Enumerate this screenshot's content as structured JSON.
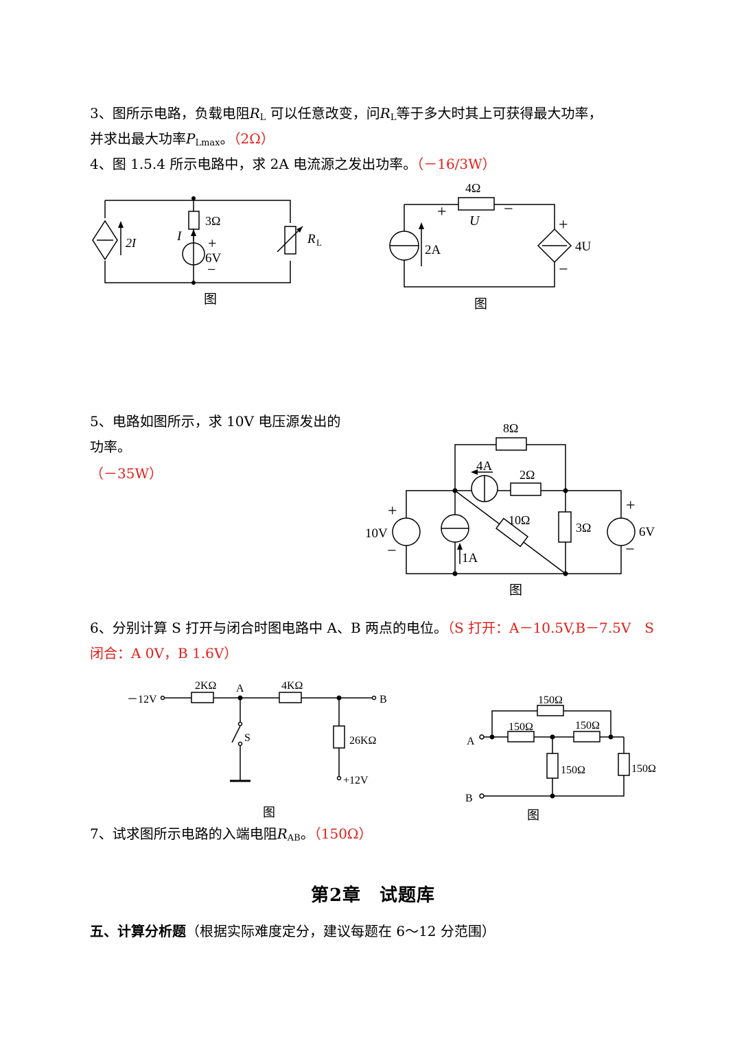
{
  "q3": {
    "line1_a": "3、图所示电路，负载电阻",
    "rl_sym": "R",
    "rl_sub": "L",
    "line1_b": "可以任意改变，问",
    "line1_c": "等于多大时其上可获得最大功率，",
    "line2_a": "并求出最大功率",
    "p_sym": "P",
    "p_sub": "Lmax",
    "line2_b": "。",
    "answer": "（2Ω）"
  },
  "q4": {
    "text": "4、图 1.5.4 所示电路中，求 2A 电流源之发出功率。",
    "answer": "（－16/3W）"
  },
  "q5": {
    "line1": "5、电路如图所示，求 10V 电压源发出的",
    "line2": "功率。",
    "answer": "（－35W）"
  },
  "q6": {
    "text": "6、分别计算 S 打开与闭合时图电路中 A、B 两点的电位。",
    "answer1": "（S 打开：A－10.5V,B－7.5V　S",
    "answer2": "闭合：A 0V，B 1.6V）"
  },
  "q7": {
    "text_a": "7、试求图所示电路的入端电阻",
    "r_sym": "R",
    "r_sub": "AB",
    "text_b": "。",
    "answer": "（150Ω）"
  },
  "fig1": {
    "r3": "3Ω",
    "current_label": "I",
    "src_label": "2I",
    "plus": "+",
    "minus": "−",
    "voltage": "6V",
    "load_sym": "R",
    "load_sub": "L",
    "caption": "图"
  },
  "fig2": {
    "r4": "4Ω",
    "plus": "+",
    "minus": "−",
    "u_label": "U",
    "src": "2A",
    "dep": "4U",
    "caption": "图"
  },
  "fig3": {
    "r8": "8Ω",
    "i4": "4A",
    "r2": "2Ω",
    "r10": "10Ω",
    "r3": "3Ω",
    "v10": "10V",
    "v6": "6V",
    "i1": "1A",
    "plus": "+",
    "minus": "−",
    "caption": "图"
  },
  "fig4": {
    "vneg": "－12V",
    "r2k": "2KΩ",
    "node_a": "A",
    "r4k": "4KΩ",
    "node_b": "B",
    "switch": "S",
    "r26k": "26KΩ",
    "vpos": "+12V",
    "caption": "图"
  },
  "fig5": {
    "r_top": "150Ω",
    "r_left": "150Ω",
    "r_right": "150Ω",
    "r_mid": "150Ω",
    "r_far": "150Ω",
    "node_a": "A",
    "node_b": "B",
    "caption": "图"
  },
  "chapter_title": "第2章　试题库",
  "section": {
    "title": "五、计算分析题",
    "note": "（根据实际难度定分，建议每题在 6～12 分范围）"
  }
}
